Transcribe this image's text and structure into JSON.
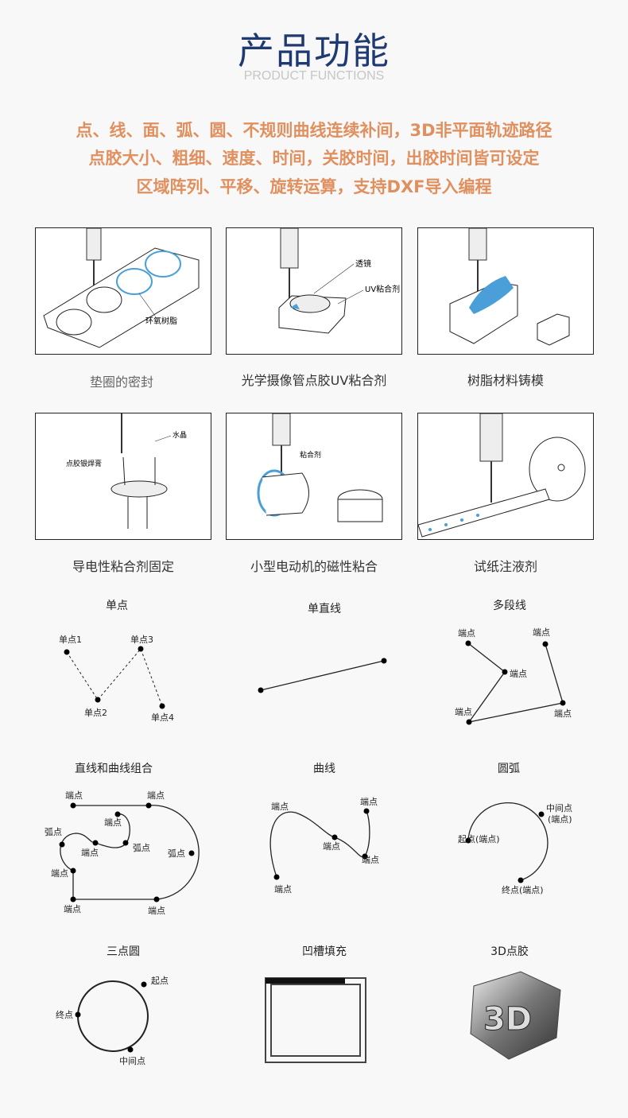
{
  "header": {
    "title": "产品功能",
    "subtitle": "PRODUCT FUNCTIONS"
  },
  "description": [
    "点、线、面、弧、圆、不规则曲线连续补间，3D非平面轨迹路径",
    "点胶大小、粗细、速度、时间，关胶时间，出胶时间皆可设定",
    "区域阵列、平移、旋转运算，支持DXF导入编程"
  ],
  "applications": [
    {
      "caption": "垫圈的密封",
      "labels": [
        "环氧树脂"
      ]
    },
    {
      "caption": "光学摄像管点胶UV粘合剂",
      "labels": [
        "透镜",
        "UV粘合剂"
      ]
    },
    {
      "caption": "树脂材料铸模",
      "labels": []
    },
    {
      "caption": "导电性粘合剂固定",
      "labels": [
        "水晶",
        "点胶银焊膏"
      ]
    },
    {
      "caption": "小型电动机的磁性粘合",
      "labels": [
        "粘合剂"
      ]
    },
    {
      "caption": "试纸注液剂",
      "labels": []
    }
  ],
  "accent_color": "#4a9fd8",
  "patterns": [
    {
      "title": "单点",
      "labels": [
        "单点1",
        "单点3",
        "单点2",
        "单点4"
      ]
    },
    {
      "title": "单直线",
      "labels": []
    },
    {
      "title": "多段线",
      "labels": [
        "端点",
        "端点",
        "端点",
        "端点",
        "端点"
      ]
    },
    {
      "title": "直线和曲线组合",
      "labels": [
        "端点",
        "端点",
        "端点",
        "弧点",
        "弧点",
        "端点",
        "弧点",
        "端点",
        "端点",
        "端点"
      ]
    },
    {
      "title": "曲线",
      "labels": [
        "端点",
        "端点",
        "端点",
        "端点",
        "端点"
      ]
    },
    {
      "title": "圆弧",
      "labels": [
        "中间点",
        "(端点)",
        "起点(端点)",
        "终点(端点)"
      ]
    },
    {
      "title": "三点圆",
      "labels": [
        "起点",
        "终点",
        "中间点"
      ]
    },
    {
      "title": "凹槽填充",
      "labels": []
    },
    {
      "title": "3D点胶",
      "labels": [
        "3D"
      ]
    }
  ]
}
